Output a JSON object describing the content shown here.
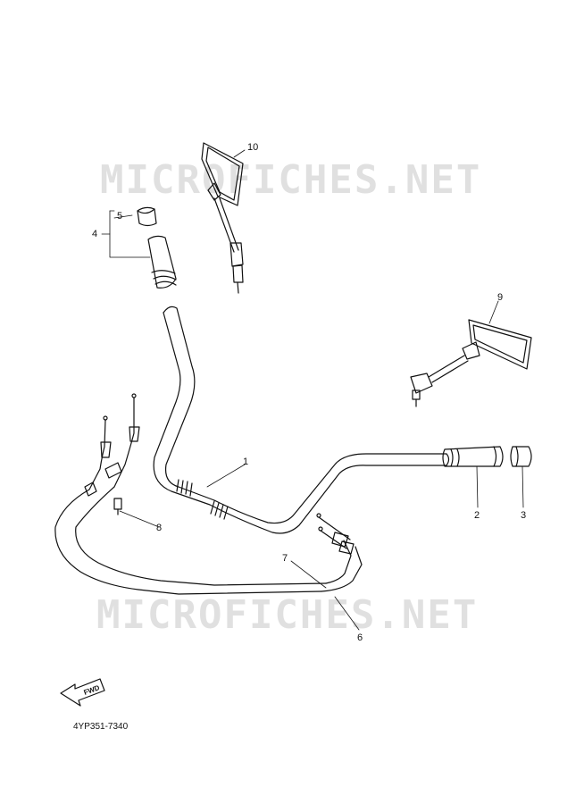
{
  "watermark": "MICROFICHES.NET",
  "callouts": {
    "c1": "1",
    "c2": "2",
    "c3": "3",
    "c4": "4",
    "c5": "5",
    "c6": "6",
    "c7": "7",
    "c8": "8",
    "c9": "9",
    "c10": "10"
  },
  "fwd_arrow_label": "FWD",
  "part_code": "4YP351-7340"
}
